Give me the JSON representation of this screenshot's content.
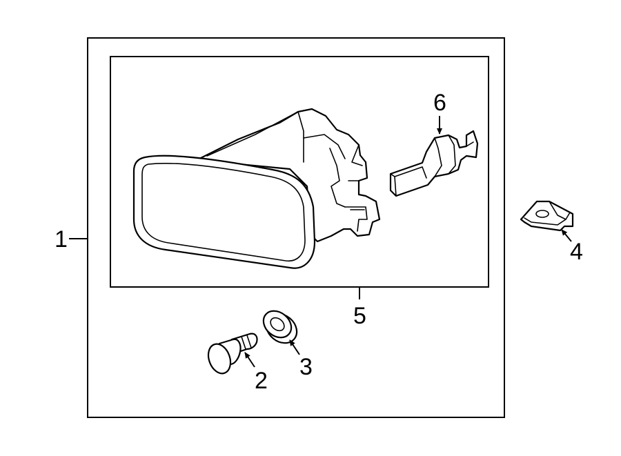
{
  "callouts": {
    "c1": "1",
    "c2": "2",
    "c3": "3",
    "c4": "4",
    "c5": "5",
    "c6": "6"
  },
  "icons": [
    "fog-lamp-housing-icon",
    "bulb-icon",
    "bracket-icon",
    "screw-icon",
    "grommet-icon"
  ],
  "colors": {
    "line": "#000000",
    "background": "#ffffff"
  }
}
